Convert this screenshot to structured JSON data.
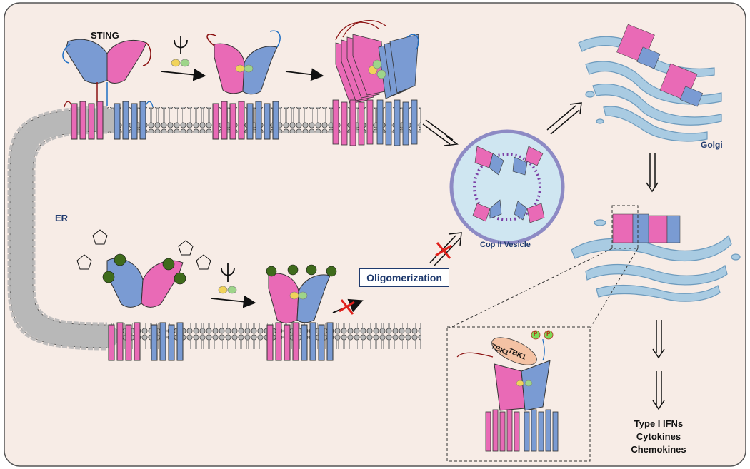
{
  "labels": {
    "sting": "STING",
    "er": "ER",
    "golgi": "Golgi",
    "copii": "Cop II Vesicle",
    "oligomerization": "Oligomerization",
    "tbk1_a": "TBK1",
    "tbk1_b": "TBK1",
    "phospho_a": "P",
    "phospho_b": "P"
  },
  "outputs": [
    "Type I IFNs",
    "Cytokines",
    "Chemokines"
  ],
  "colors": {
    "background": "#f7ece6",
    "pink": "#e96ab6",
    "blue": "#7a9bd3",
    "membrane_head": "#b5b5b5",
    "golgi": "#a9cbe2",
    "vesicle": "#cfe6f1",
    "inhibit": "#e0201b",
    "tbk1": "#f4c2a4"
  }
}
